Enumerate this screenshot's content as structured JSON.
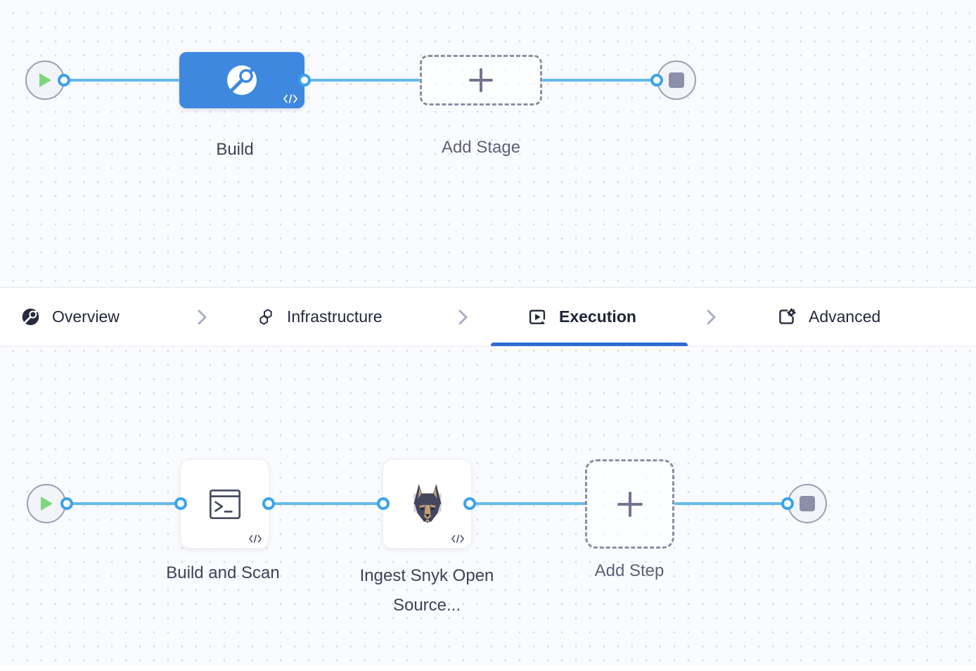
{
  "app": {
    "description_label": "Pipeline stage editor canvas"
  },
  "colors": {
    "stage_node_blue": "#3e88df",
    "flow_line_blue": "#64b9ec",
    "connector_ring_blue": "#3ba3ea",
    "active_tab_underline": "#2e6bd3",
    "play_green": "#7ed67e",
    "stop_gray": "#8c8fa8"
  },
  "stage_flow": {
    "build_label": "Build",
    "add_stage_label": "Add Stage"
  },
  "tab_bar": {
    "items": [
      {
        "label": "Overview",
        "icon": "ci-overview-icon",
        "active": false
      },
      {
        "label": "Infrastructure",
        "icon": "infrastructure-icon",
        "active": false
      },
      {
        "label": "Execution",
        "icon": "execution-icon",
        "active": true
      },
      {
        "label": "Advanced",
        "icon": "advanced-icon",
        "active": false
      }
    ]
  },
  "step_flow": {
    "build_scan_label": "Build and Scan",
    "snyk_label": "Ingest Snyk Open Source...",
    "add_step_label": "Add Step"
  }
}
